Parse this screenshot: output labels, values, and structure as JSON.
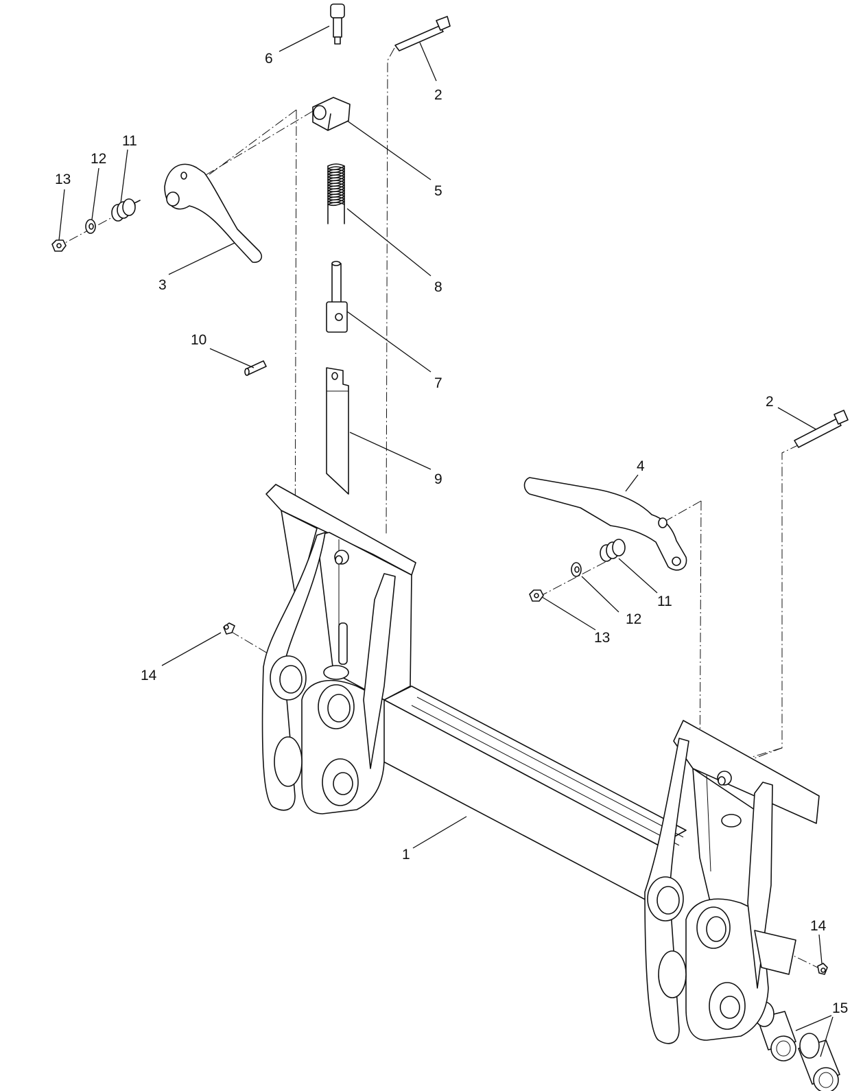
{
  "diagram": {
    "callouts": {
      "c1": "1",
      "c2a": "2",
      "c2b": "2",
      "c3": "3",
      "c4": "4",
      "c5": "5",
      "c6": "6",
      "c7": "7",
      "c8": "8",
      "c9": "9",
      "c10": "10",
      "c11a": "11",
      "c11b": "11",
      "c12a": "12",
      "c12b": "12",
      "c13a": "13",
      "c13b": "13",
      "c14a": "14",
      "c14b": "14",
      "c15": "15"
    }
  }
}
